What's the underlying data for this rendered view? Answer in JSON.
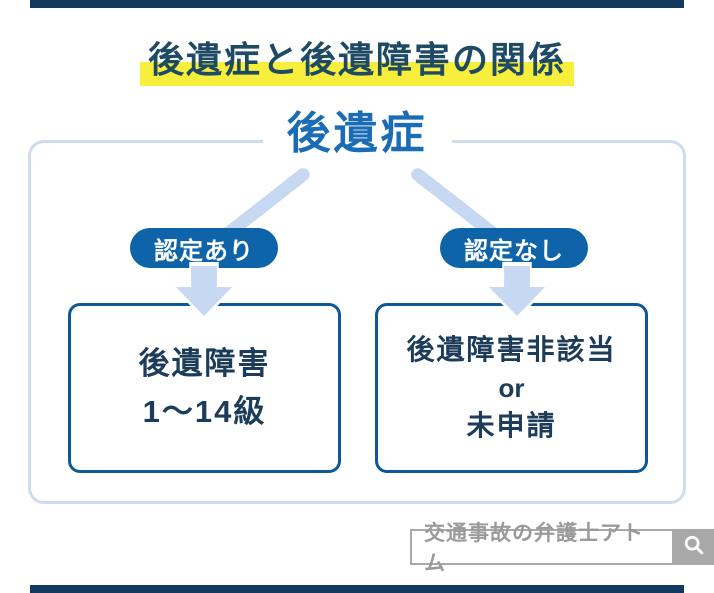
{
  "title": {
    "text": "後遺症と後遺障害の関係"
  },
  "heading": {
    "text": "後遺症"
  },
  "branches": {
    "left": {
      "badge_label": "認定あり",
      "box_lines": [
        "後遺障害",
        "1〜14級"
      ]
    },
    "right": {
      "badge_label": "認定なし",
      "box_lines": [
        "後遺障害非該当",
        "or",
        "未申請"
      ]
    }
  },
  "branding": {
    "label": "交通事故の弁護士アトム",
    "icon": "search-icon"
  },
  "colors": {
    "edge_bar": "#14395f",
    "title_text": "#1e4b63",
    "highlight_yellow": "#f8ee3c",
    "heading_blue": "#1a6cb4",
    "badge_blue": "#0e63a9",
    "box_border_blue": "#0d5896",
    "box_text_navy": "#1c3c5a",
    "connector_light_blue": "#c6d8f2",
    "outer_border_light": "#cfdcee",
    "branding_gray": "#a8a8a8"
  }
}
